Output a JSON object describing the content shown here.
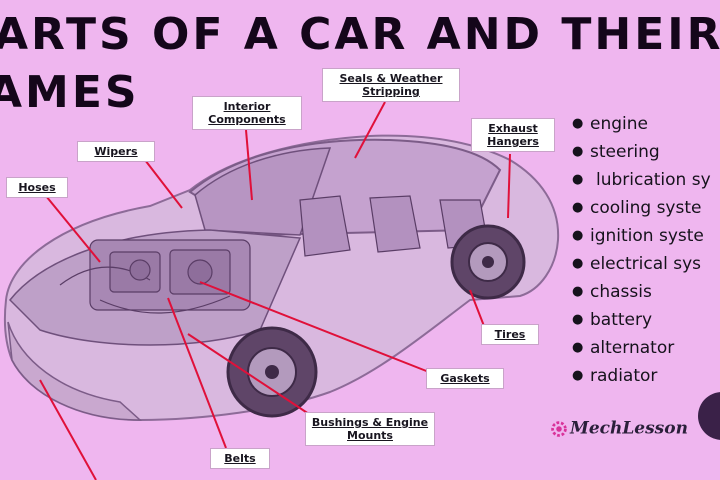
{
  "title": {
    "line1": "ARTS OF A CAR AND THEIR",
    "line2": "AMES"
  },
  "callouts": {
    "seals": "Seals & Weather Stripping",
    "interior": "Interior Components",
    "exhaust": "Exhaust Hangers",
    "wipers": "Wipers",
    "hoses": "Hoses",
    "tires": "Tires",
    "gaskets": "Gaskets",
    "bushings": "Bushings & Engine Mounts",
    "belts": "Belts"
  },
  "parts_list": [
    "engine",
    "steering",
    "lubrication sy",
    "cooling syste",
    "ignition syste",
    "electrical sys",
    "chassis",
    "battery",
    "alternator",
    "radiator"
  ],
  "brand": {
    "name": "MechLesson",
    "icon": "gear-icon"
  },
  "colors": {
    "background": "#efb6ef",
    "leader": "#e0103a",
    "label_bg": "#ffffff",
    "car_body": "#c9a8cf"
  }
}
